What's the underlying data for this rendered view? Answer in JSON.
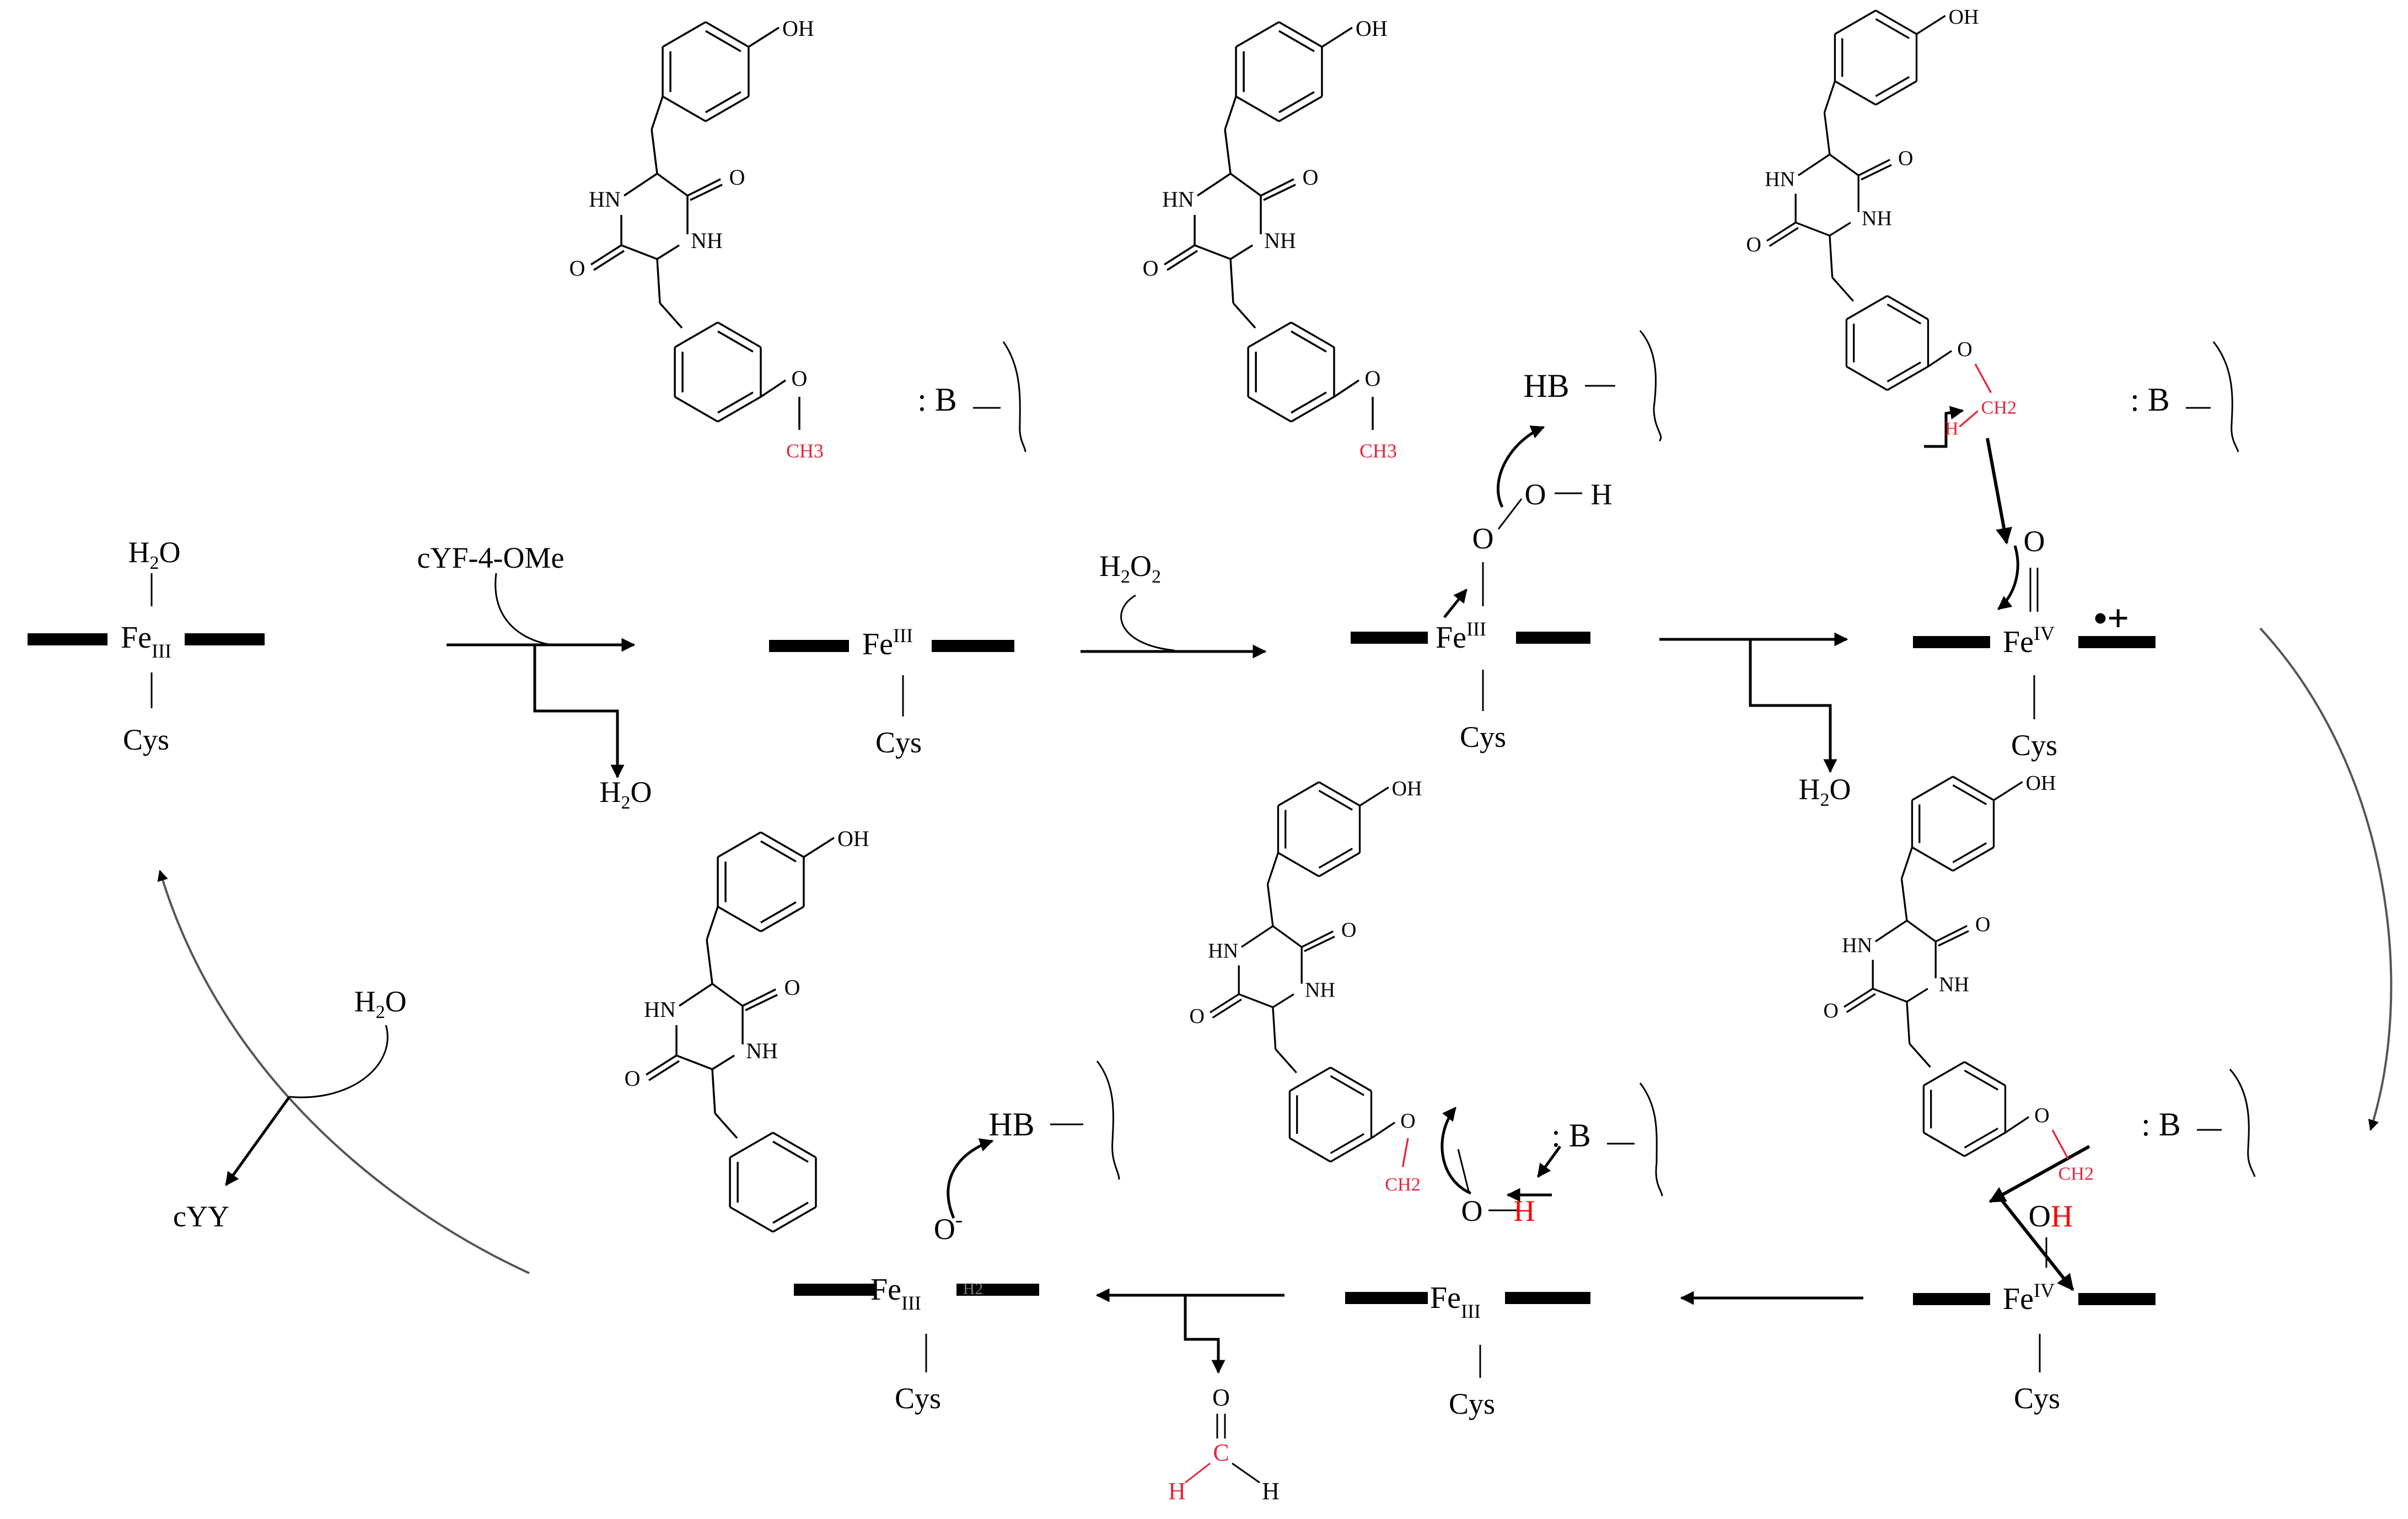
{
  "labels": {
    "h2o": "H2O",
    "fe": "Fe",
    "ox_iii": "III",
    "ox_iv": "IV",
    "cys": "Cys",
    "substrate": "cYF-4-OMe",
    "h2o2": "H2O2",
    "cyy": "cYY",
    "hb": "HB",
    "base": ": B",
    "radical_cation": "•+",
    "oh": "OH",
    "o": "O",
    "h": "H",
    "c": "C",
    "o_minus": "O-",
    "fe3_residual": "H2"
  },
  "chem_labels": {
    "oh": "OH",
    "hn": "HN",
    "nh": "NH",
    "o": "O",
    "ch3": "CH3",
    "ch2": "CH2",
    "h": "H"
  },
  "colors": {
    "ink": "#000000",
    "highlight": "#ff0000",
    "chem_highlight": "#e8243c",
    "arc": "#555555"
  }
}
